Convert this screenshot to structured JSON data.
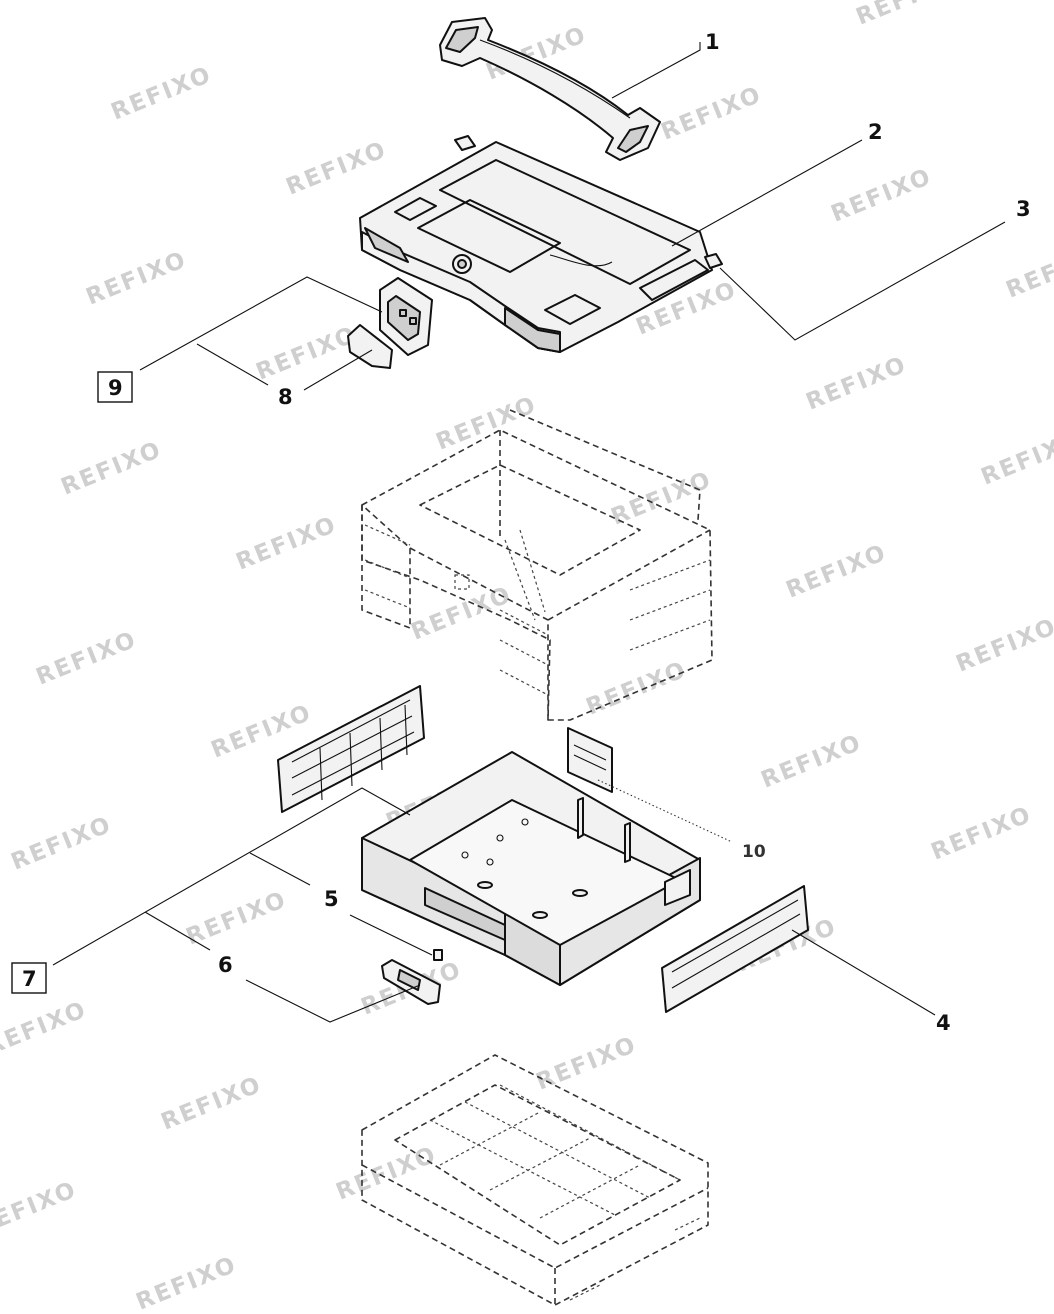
{
  "watermark": {
    "text": "REFIXO",
    "color": "#cfcfcf"
  },
  "callouts": {
    "c1": "1",
    "c2": "2",
    "c3": "3",
    "c4": "4",
    "c5": "5",
    "c6": "6",
    "c7": "7",
    "c8": "8",
    "c9": "9",
    "c10": "10"
  },
  "colors": {
    "line": "#111111",
    "part_fill": "#f2f2f2",
    "ghost_line": "#333333"
  }
}
